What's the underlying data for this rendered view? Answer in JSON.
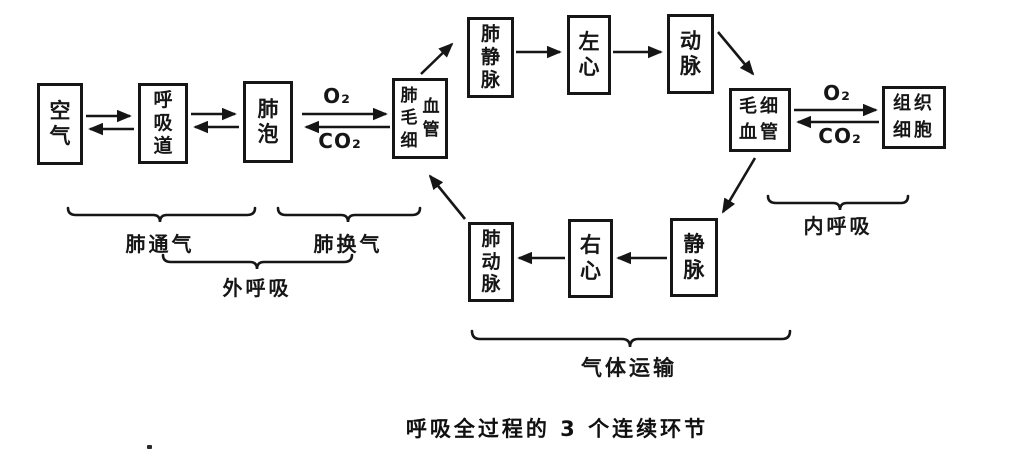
{
  "diagram": {
    "title": "呼吸全过程的 3 个连续环节",
    "nodes": {
      "air": {
        "label": "空气"
      },
      "airway": {
        "label": "呼吸道"
      },
      "alveoli": {
        "label": "肺泡"
      },
      "pulmonary_capillary": {
        "label": "肺毛细血管",
        "col1": "肺毛细",
        "col2": "血管"
      },
      "pulmonary_vein": {
        "label": "肺静脉"
      },
      "left_heart": {
        "label": "左心"
      },
      "artery": {
        "label": "动脉"
      },
      "capillary": {
        "label": "毛细血管"
      },
      "tissue_cells": {
        "label": "组织细胞"
      },
      "vein": {
        "label": "静脉"
      },
      "right_heart": {
        "label": "右心"
      },
      "pulmonary_artery": {
        "label": "肺动脉"
      }
    },
    "gas_labels": {
      "o2_alveoli": "O₂",
      "co2_alveoli": "CO₂",
      "o2_tissue": "O₂",
      "co2_tissue": "CO₂"
    },
    "braces": {
      "pulmonary_ventilation": "肺通气",
      "pulmonary_gas_exchange": "肺换气",
      "external_respiration": "外呼吸",
      "gas_transport": "气体运输",
      "internal_respiration": "内呼吸"
    },
    "colors": {
      "ink": "#161616",
      "background": "#ffffff"
    }
  }
}
